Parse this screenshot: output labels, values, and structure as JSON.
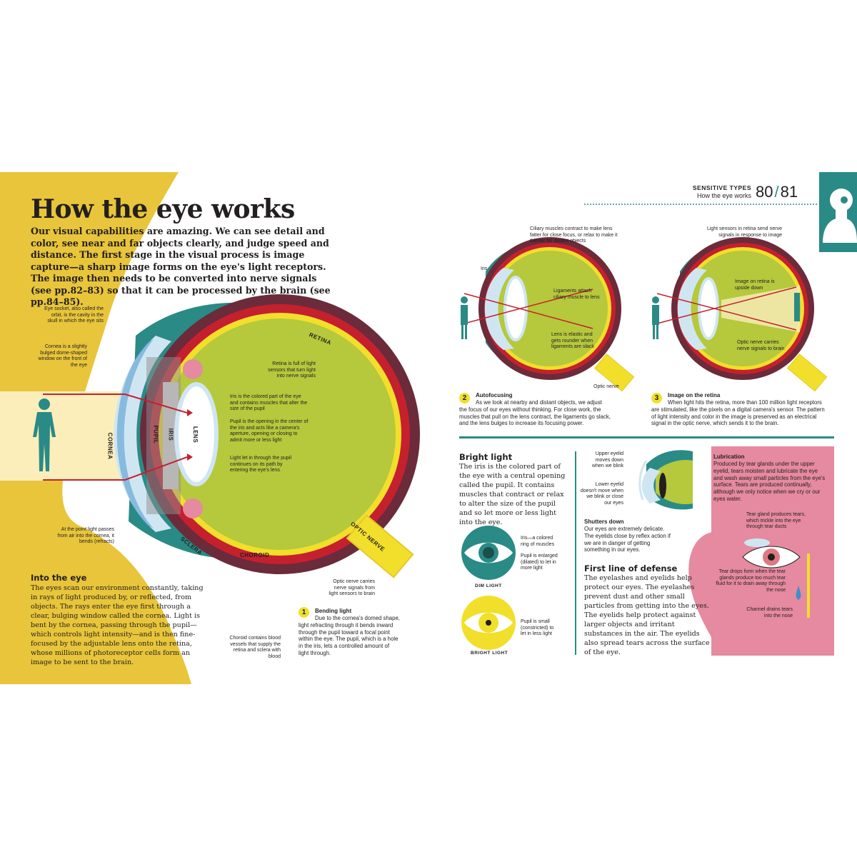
{
  "header": {
    "section": "SENSITIVE TYPES",
    "subtitle": "How the eye works",
    "page_left": "80",
    "page_sep": "/",
    "page_right": "81"
  },
  "title": "How the eye works",
  "intro": "Our visual capabilities are amazing. We can see detail and color, see near and far objects clearly, and judge speed and distance. The first stage in the visual process is image capture—a sharp image forms on the eye's light receptors. The image then needs to be converted into nerve signals (see pp.82–83) so that it can be processed by the brain (see pp.84–85).",
  "main_diagram": {
    "labels": {
      "retina": "RETINA",
      "lens": "LENS",
      "iris": "IRIS",
      "pupil": "PUPIL",
      "cornea": "CORNEA",
      "sclera": "SCLERA",
      "choroid": "CHOROID",
      "optic_nerve": "OPTIC NERVE"
    },
    "captions": {
      "eye_socket": "Eye socket, also called the orbit, is the cavity in the skull in which the eye sits",
      "cornea": "Cornea is a slightly bulged dome-shaped window on the front of the eye",
      "retina": "Retina is full of light sensors that turn light into nerve signals",
      "iris": "Iris is the colored part of the eye and contains muscles that alter the size of the pupil",
      "pupil": "Pupil is the opening in the center of the iris and acts like a camera's aperture, opening or closing to admit more or less light",
      "light": "Light let in through the pupil continues on its path by entering the eye's lens",
      "point_light": "At the point light passes from air into the cornea, it bends (refracts)",
      "optic_nerve": "Optic nerve carries nerve signals from light sensors to brain",
      "choroid": "Choroid contains blood vessels that supply the retina and sclera with blood"
    }
  },
  "into_eye": {
    "heading": "Into the eye",
    "body": "The eyes scan our environment constantly, taking in rays of light produced by, or reflected, from objects. The rays enter the eye first through a clear, bulging window called the cornea. Light is bent by the cornea, passing through the pupil—which controls light intensity—and is then fine-focused by the adjustable lens onto the retina, whose millions of photoreceptor cells form an image to be sent to the brain."
  },
  "step1": {
    "num": "1",
    "heading": "Bending light",
    "body": "Due to the cornea's domed shape, light refracting through it bends inward through the pupil toward a focal point within the eye. The pupil, which is a hole in the iris, lets a controlled amount of light through."
  },
  "step2": {
    "num": "2",
    "heading": "Autofocusing",
    "body": "As we look at nearby and distant objects, we adjust the focus of our eyes without thinking. For close work, the muscles that pull on the lens contract, the ligaments go slack, and the lens bulges to increase its focusing power.",
    "captions": {
      "ciliary": "Ciliary muscles contract to make lens fatter for close focus, or relax to make it thinner for distant objects",
      "iris": "Iris",
      "ligaments": "Ligaments attach ciliary muscle to lens",
      "lens": "Lens is elastic and gets rounder when ligaments are slack",
      "optic": "Optic nerve"
    }
  },
  "step3": {
    "num": "3",
    "heading": "Image on the retina",
    "body": "When light hits the retina, more than 100 million light receptors are stimulated, like the pixels on a digital camera's sensor. The pattern of light intensity and color in the image is preserved as an electrical signal in the optic nerve, which sends it to the brain.",
    "captions": {
      "sensors": "Light sensors in retina send nerve signals in response to image",
      "image": "Image on retina is upside down",
      "optic": "Optic nerve carries nerve signals to brain"
    }
  },
  "bright_light": {
    "heading": "Bright light",
    "body": "The iris is the colored part of the eye with a central opening called the pupil. It contains muscles that contract or relax to alter the size of the pupil and so let more or less light into the eye.",
    "dim_label": "DIM LIGHT",
    "bright_label": "BRIGHT LIGHT",
    "captions": {
      "iris": "Iris—a colored ring of muscles",
      "enlarged": "Pupil is enlarged (dilated) to let in more light",
      "small": "Pupil is small (constricted) to let in less light"
    }
  },
  "shutters": {
    "heading": "Shutters down",
    "body": "Our eyes are extremely delicate. The eyelids close by reflex action if we are in danger of getting something in our eyes.",
    "captions": {
      "upper": "Upper eyelid moves down when we blink",
      "lower": "Lower eyelid doesn't move when we blink or close our eyes"
    }
  },
  "defense": {
    "heading": "First line of defense",
    "body": "The eyelashes and eyelids help protect our eyes. The eyelashes prevent dust and other small particles from getting into the eyes. The eyelids help protect against larger objects and irritant substances in the air. The eyelids also spread tears across the surface of the eye."
  },
  "lubrication": {
    "heading": "Lubrication",
    "body": "Produced by tear glands under the upper eyelid, tears moisten and lubricate the eye and wash away small particles from the eye's surface. Tears are produced continually, although we only notice when we cry or our eyes water.",
    "captions": {
      "gland": "Tear gland produces tears, which trickle into the eye through tear ducts",
      "drops": "Tear drops form when the tear glands produce too much tear fluid for it to drain away through the nose",
      "channel": "Channel drains tears into the nose"
    }
  },
  "colors": {
    "yellow": "#e8c53a",
    "teal": "#2a8a86",
    "red": "#c5202e",
    "lime": "#b6c83c",
    "maroon": "#6b2b3a",
    "pink": "#e58aa0",
    "cream": "#fbeebb",
    "lightblue": "#cfe6f2"
  }
}
